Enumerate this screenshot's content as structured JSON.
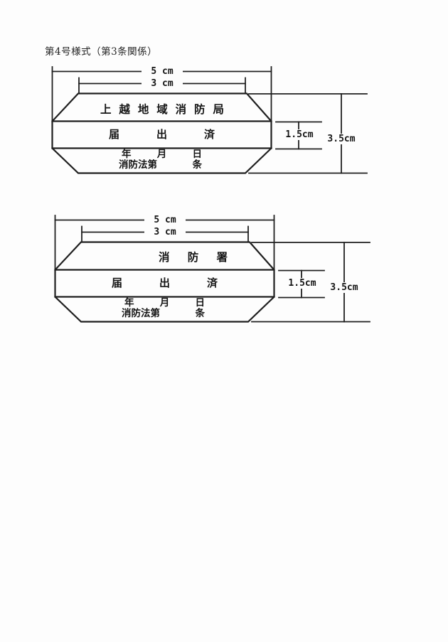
{
  "page": {
    "title": "第4号様式（第3条関係）"
  },
  "dimensions": {
    "outer_width": "5 cm",
    "inner_width": "3 cm",
    "band_height": "1.5cm",
    "total_height": "3.5cm"
  },
  "stamps": [
    {
      "name": "上越地域消防局",
      "status": "届出済",
      "date": "年月日",
      "law": "消防法第",
      "law_suffix": "条"
    },
    {
      "name": "消防署",
      "status": "届出済",
      "date": "年月日",
      "law": "消防法第",
      "law_suffix": "条"
    }
  ]
}
